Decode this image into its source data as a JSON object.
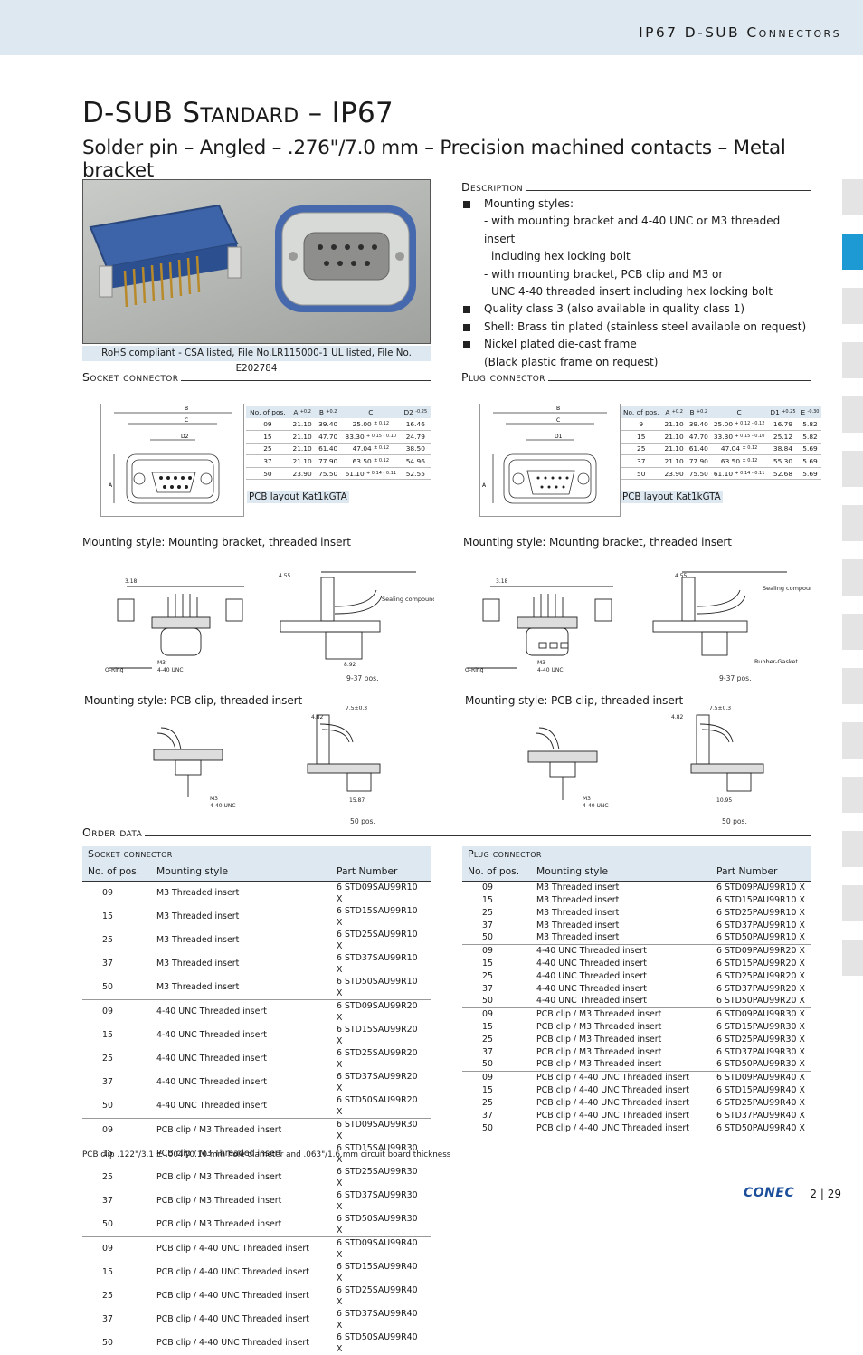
{
  "header": {
    "title": "IP67 D-SUB Connectors"
  },
  "title": "D-SUB Standard – IP67",
  "subtitle": "Solder pin – Angled – .276\"/7.0 mm – Precision machined contacts – Metal bracket",
  "rohs": "RoHS compliant - CSA listed, File No.LR115000-1 UL listed, File No. E202784",
  "description": {
    "heading": "Description",
    "b1": "Mounting styles:",
    "s1": "- with mounting bracket and 4-40 UNC or M3 threaded insert",
    "s1b": "including hex locking bolt",
    "s2": "- with mounting bracket, PCB clip and M3 or",
    "s2b": "UNC 4-40 threaded insert including hex locking bolt",
    "b2": "Quality class 3 (also available in quality class 1)",
    "b3": "Shell: Brass tin plated (stainless steel available on request)",
    "b4": "Nickel plated die-cast frame",
    "b4b": "(Black plastic frame on request)"
  },
  "socket": {
    "heading": "Socket connector",
    "pcb": "PCB layout Kat1kGTA",
    "hdr": [
      "No. of pos.",
      "A",
      "+0.2",
      "B",
      "+0.2",
      "C",
      "D2",
      "-0.25"
    ],
    "rows": [
      [
        "09",
        "21.10",
        "39.40",
        "25.00",
        "± 0.12",
        "16.46"
      ],
      [
        "15",
        "21.10",
        "47.70",
        "33.30",
        "+ 0.15 - 0.10",
        "24.79"
      ],
      [
        "25",
        "21.10",
        "61.40",
        "47.04",
        "± 0.12",
        "38.50"
      ],
      [
        "37",
        "21.10",
        "77.90",
        "63.50",
        "± 0.12",
        "54.96"
      ],
      [
        "50",
        "23.90",
        "75.50",
        "61.10",
        "+ 0.14 - 0.11",
        "52.55"
      ]
    ]
  },
  "plug": {
    "heading": "Plug connector",
    "pcb": "PCB layout Kat1kGTA",
    "hdr": [
      "No. of pos.",
      "A",
      "+0.2",
      "B",
      "+0.2",
      "C",
      "D1",
      "+0.25",
      "E",
      "-0.30"
    ],
    "rows": [
      [
        "9",
        "21.10",
        "39.40",
        "25.00",
        "+ 0.12 - 0.12",
        "16.79",
        "5.82"
      ],
      [
        "15",
        "21.10",
        "47.70",
        "33.30",
        "+ 0.15 - 0.10",
        "25.12",
        "5.82"
      ],
      [
        "25",
        "21.10",
        "61.40",
        "47.04",
        "± 0.12",
        "38.84",
        "5.69"
      ],
      [
        "37",
        "21.10",
        "77.90",
        "63.50",
        "± 0.12",
        "55.30",
        "5.69"
      ],
      [
        "50",
        "23.90",
        "75.50",
        "61.10",
        "+ 0.14 - 0.11",
        "52.68",
        "5.69"
      ]
    ]
  },
  "mount": {
    "bracket": "Mounting style: Mounting bracket, threaded insert",
    "pcbclip": "Mounting style: PCB clip, threaded insert",
    "pos937": "9-37 pos.",
    "pos50": "50 pos.",
    "sealing": "Sealing compound",
    "rubber": "Rubber-Gasket",
    "oring": "O-Ring",
    "m3": "M3",
    "unc": "4-40 UNC"
  },
  "order": {
    "heading": "Order data",
    "cols": [
      "No. of pos.",
      "Mounting style",
      "Part Number"
    ],
    "socket_title": "Socket connector",
    "plug_title": "Plug connector",
    "socket_rows": [
      [
        "09",
        "M3 Threaded insert",
        "6 STD09SAU99R10 X"
      ],
      [
        "15",
        "M3 Threaded insert",
        "6 STD15SAU99R10 X"
      ],
      [
        "25",
        "M3 Threaded insert",
        "6 STD25SAU99R10 X"
      ],
      [
        "37",
        "M3 Threaded insert",
        "6 STD37SAU99R10 X"
      ],
      [
        "50",
        "M3 Threaded insert",
        "6 STD50SAU99R10 X"
      ],
      [
        "09",
        "4-40 UNC Threaded insert",
        "6 STD09SAU99R20 X"
      ],
      [
        "15",
        "4-40 UNC Threaded insert",
        "6 STD15SAU99R20 X"
      ],
      [
        "25",
        "4-40 UNC Threaded insert",
        "6 STD25SAU99R20 X"
      ],
      [
        "37",
        "4-40 UNC Threaded insert",
        "6 STD37SAU99R20 X"
      ],
      [
        "50",
        "4-40 UNC Threaded insert",
        "6 STD50SAU99R20 X"
      ],
      [
        "09",
        "PCB clip / M3 Threaded insert",
        "6 STD09SAU99R30 X"
      ],
      [
        "15",
        "PCB clip / M3 Threaded insert",
        "6 STD15SAU99R30 X"
      ],
      [
        "25",
        "PCB clip / M3 Threaded insert",
        "6 STD25SAU99R30 X"
      ],
      [
        "37",
        "PCB clip / M3 Threaded insert",
        "6 STD37SAU99R30 X"
      ],
      [
        "50",
        "PCB clip / M3 Threaded insert",
        "6 STD50SAU99R30 X"
      ],
      [
        "09",
        "PCB clip / 4-40 UNC Threaded insert",
        "6 STD09SAU99R40 X"
      ],
      [
        "15",
        "PCB clip / 4-40 UNC Threaded insert",
        "6 STD15SAU99R40 X"
      ],
      [
        "25",
        "PCB clip / 4-40 UNC Threaded insert",
        "6 STD25SAU99R40 X"
      ],
      [
        "37",
        "PCB clip / 4-40 UNC Threaded insert",
        "6 STD37SAU99R40 X"
      ],
      [
        "50",
        "PCB clip / 4-40 UNC Threaded insert",
        "6 STD50SAU99R40 X"
      ]
    ],
    "plug_rows": [
      [
        "09",
        "M3 Threaded insert",
        "6 STD09PAU99R10 X"
      ],
      [
        "15",
        "M3 Threaded insert",
        "6 STD15PAU99R10 X"
      ],
      [
        "25",
        "M3 Threaded insert",
        "6 STD25PAU99R10 X"
      ],
      [
        "37",
        "M3 Threaded insert",
        "6 STD37PAU99R10 X"
      ],
      [
        "50",
        "M3 Threaded insert",
        "6 STD50PAU99R10 X"
      ],
      [
        "09",
        "4-40 UNC Threaded insert",
        "6 STD09PAU99R20 X"
      ],
      [
        "15",
        "4-40 UNC Threaded insert",
        "6 STD15PAU99R20 X"
      ],
      [
        "25",
        "4-40 UNC Threaded insert",
        "6 STD25PAU99R20 X"
      ],
      [
        "37",
        "4-40 UNC Threaded insert",
        "6 STD37PAU99R20 X"
      ],
      [
        "50",
        "4-40 UNC Threaded insert",
        "6 STD50PAU99R20 X"
      ],
      [
        "09",
        "PCB clip / M3 Threaded insert",
        "6 STD09PAU99R30 X"
      ],
      [
        "15",
        "PCB clip / M3 Threaded insert",
        "6 STD15PAU99R30 X"
      ],
      [
        "25",
        "PCB clip / M3 Threaded insert",
        "6 STD25PAU99R30 X"
      ],
      [
        "37",
        "PCB clip / M3 Threaded insert",
        "6 STD37PAU99R30 X"
      ],
      [
        "50",
        "PCB clip / M3 Threaded insert",
        "6 STD50PAU99R30 X"
      ],
      [
        "09",
        "PCB clip / 4-40 UNC Threaded insert",
        "6 STD09PAU99R40 X"
      ],
      [
        "15",
        "PCB clip / 4-40 UNC Threaded insert",
        "6 STD15PAU99R40 X"
      ],
      [
        "25",
        "PCB clip / 4-40 UNC Threaded insert",
        "6 STD25PAU99R40 X"
      ],
      [
        "37",
        "PCB clip / 4-40 UNC Threaded insert",
        "6 STD37PAU99R40 X"
      ],
      [
        "50",
        "PCB clip / 4-40 UNC Threaded insert",
        "6 STD50PAU99R40 X"
      ]
    ]
  },
  "footnote": "PCB clip .122\"/3.1 ± .004\"/0.10 mm hole diameter and .063\"/1.6 mm circuit board thickness",
  "footer": {
    "page": "2 | 29",
    "logo": "CONEC"
  },
  "colors": {
    "accent": "#1d9ad3",
    "band": "#dde8f1",
    "tab": "#e4e4e4"
  }
}
